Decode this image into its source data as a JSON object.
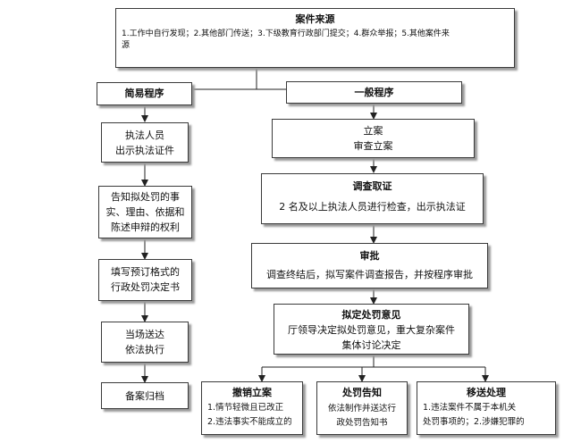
{
  "source": {
    "title": "案件来源",
    "line1": "1.工作中自行发现；2.其他部门传送；3.下级教育行政部门提交；4.群众举报；5.其他案件来",
    "line2": "源"
  },
  "simple": {
    "header": "简易程序",
    "step1": {
      "line1": "执法人员",
      "line2": "出示执法证件"
    },
    "step2": {
      "line1": "告知拟处罚的事",
      "line2": "实、理由、依据和",
      "line3": "陈述申辩的权利"
    },
    "step3": {
      "line1": "填写预订格式的",
      "line2": "行政处罚决定书"
    },
    "step4": {
      "line1": "当场送达",
      "line2": "依法执行"
    },
    "step5": {
      "line1": "备案归档"
    }
  },
  "general": {
    "header": "一般程序",
    "filing": {
      "title": "立案",
      "line1": "审查立案"
    },
    "investigation": {
      "title": "调查取证",
      "line1": "2 名及以上执法人员进行检查，出示执法证"
    },
    "approval": {
      "title": "审批",
      "line1": "调查终结后，拟写案件调查报告，并按程序审批"
    },
    "opinion": {
      "title": "拟定处罚意见",
      "line1": "厅领导决定拟处罚意见，重大复杂案件",
      "line2": "集体讨论决定"
    },
    "revoke": {
      "title": "撤销立案",
      "line1": "1.情节轻微且已改正",
      "line2": "2.违法事实不能成立的"
    },
    "notify": {
      "title": "处罚告知",
      "line1": "依法制作并送达行",
      "line2": "政处罚告知书"
    },
    "transfer": {
      "title": "移送处理",
      "line1": "1.违法案件不属于本机关",
      "line2": "处罚事项的；2.涉嫌犯罪的"
    }
  }
}
